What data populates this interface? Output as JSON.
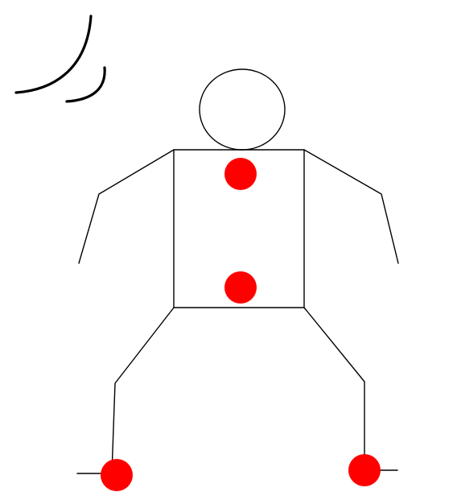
{
  "colors": {
    "line": "#000000",
    "background": "#ffffff"
  },
  "markers": [
    {
      "name": "upper-torso-marker",
      "color": "#ff0000"
    },
    {
      "name": "lower-torso-marker",
      "color": "#ff0000"
    },
    {
      "name": "left-foot-marker",
      "color": "#ff0000"
    },
    {
      "name": "right-foot-marker",
      "color": "#ff0000"
    }
  ]
}
